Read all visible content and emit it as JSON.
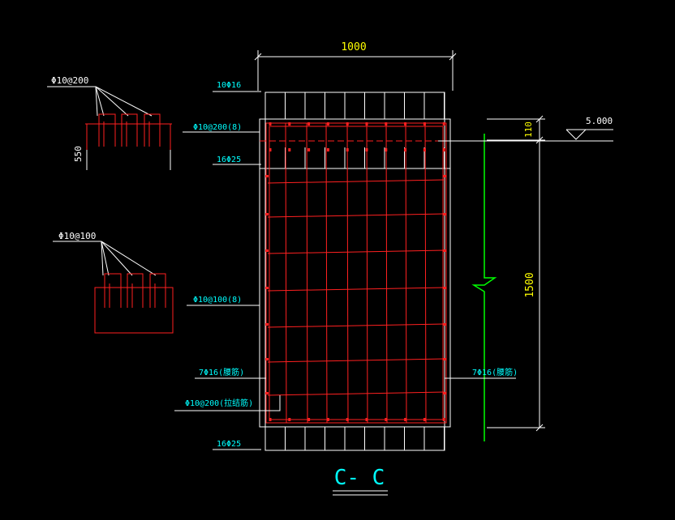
{
  "title": "C- C",
  "colors": {
    "background": "#000000",
    "outline": "#ffffff",
    "rebar": "#ff2020",
    "label_text": "#00ffff",
    "dim_text": "#ffff00",
    "elevation_text": "#ffffff",
    "ground_line": "#00ff00",
    "title_text": "#00ffff"
  },
  "dimensions": {
    "width": "1000",
    "total_height": "1500",
    "top_offset": "110",
    "stirrup_leg": "550"
  },
  "elevation": "5.000",
  "labels": {
    "top_bars": "10Φ16",
    "top_stirrup": "Φ10@200(8)",
    "top_main": "16Φ25",
    "mid_stirrup": "Φ10@100(8)",
    "waist_left": "7Φ16(腰筋)",
    "waist_right": "7Φ16(腰筋)",
    "tie_bar": "Φ10@200(拉结筋)",
    "bottom_main": "16Φ25"
  },
  "details": {
    "upper": "Φ10@200",
    "lower": "Φ10@100"
  }
}
